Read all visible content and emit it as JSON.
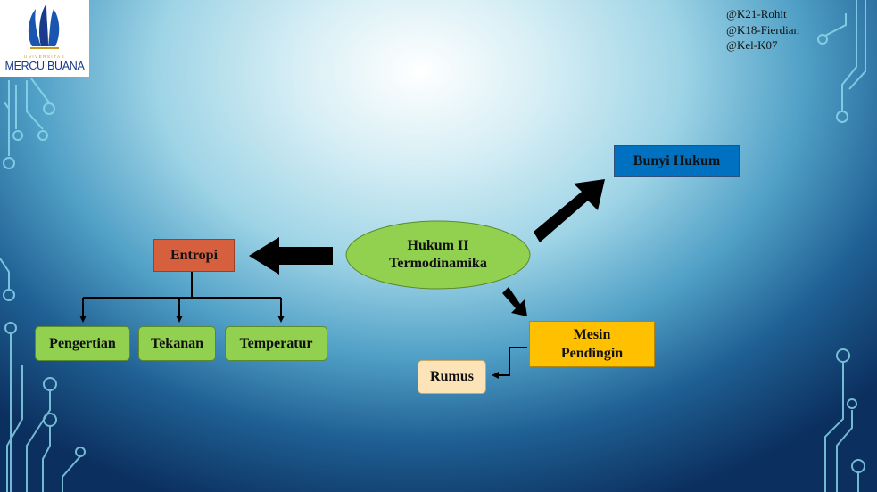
{
  "logo": {
    "university_label": "UNIVERSITAS",
    "name": "MERCU BUANA"
  },
  "credits": [
    "@K21-Rohit",
    "@K18-Fierdian",
    "@Kel-K07"
  ],
  "diagram": {
    "center": {
      "line1": "Hukum II",
      "line2": "Termodinamika"
    },
    "bunyi_hukum": "Bunyi Hukum",
    "entropi": "Entropi",
    "mesin_pendingin": {
      "line1": "Mesin",
      "line2": "Pendingin"
    },
    "rumus": "Rumus",
    "entropi_children": [
      "Pengertian",
      "Tekanan",
      "Temperatur"
    ]
  },
  "colors": {
    "center_fill": "#92d050",
    "bunyi_hukum_fill": "#0070c0",
    "entropi_fill": "#d65f3e",
    "mesin_fill": "#ffc000",
    "rumus_fill": "#fde3b8",
    "child_fill": "#92d050"
  }
}
